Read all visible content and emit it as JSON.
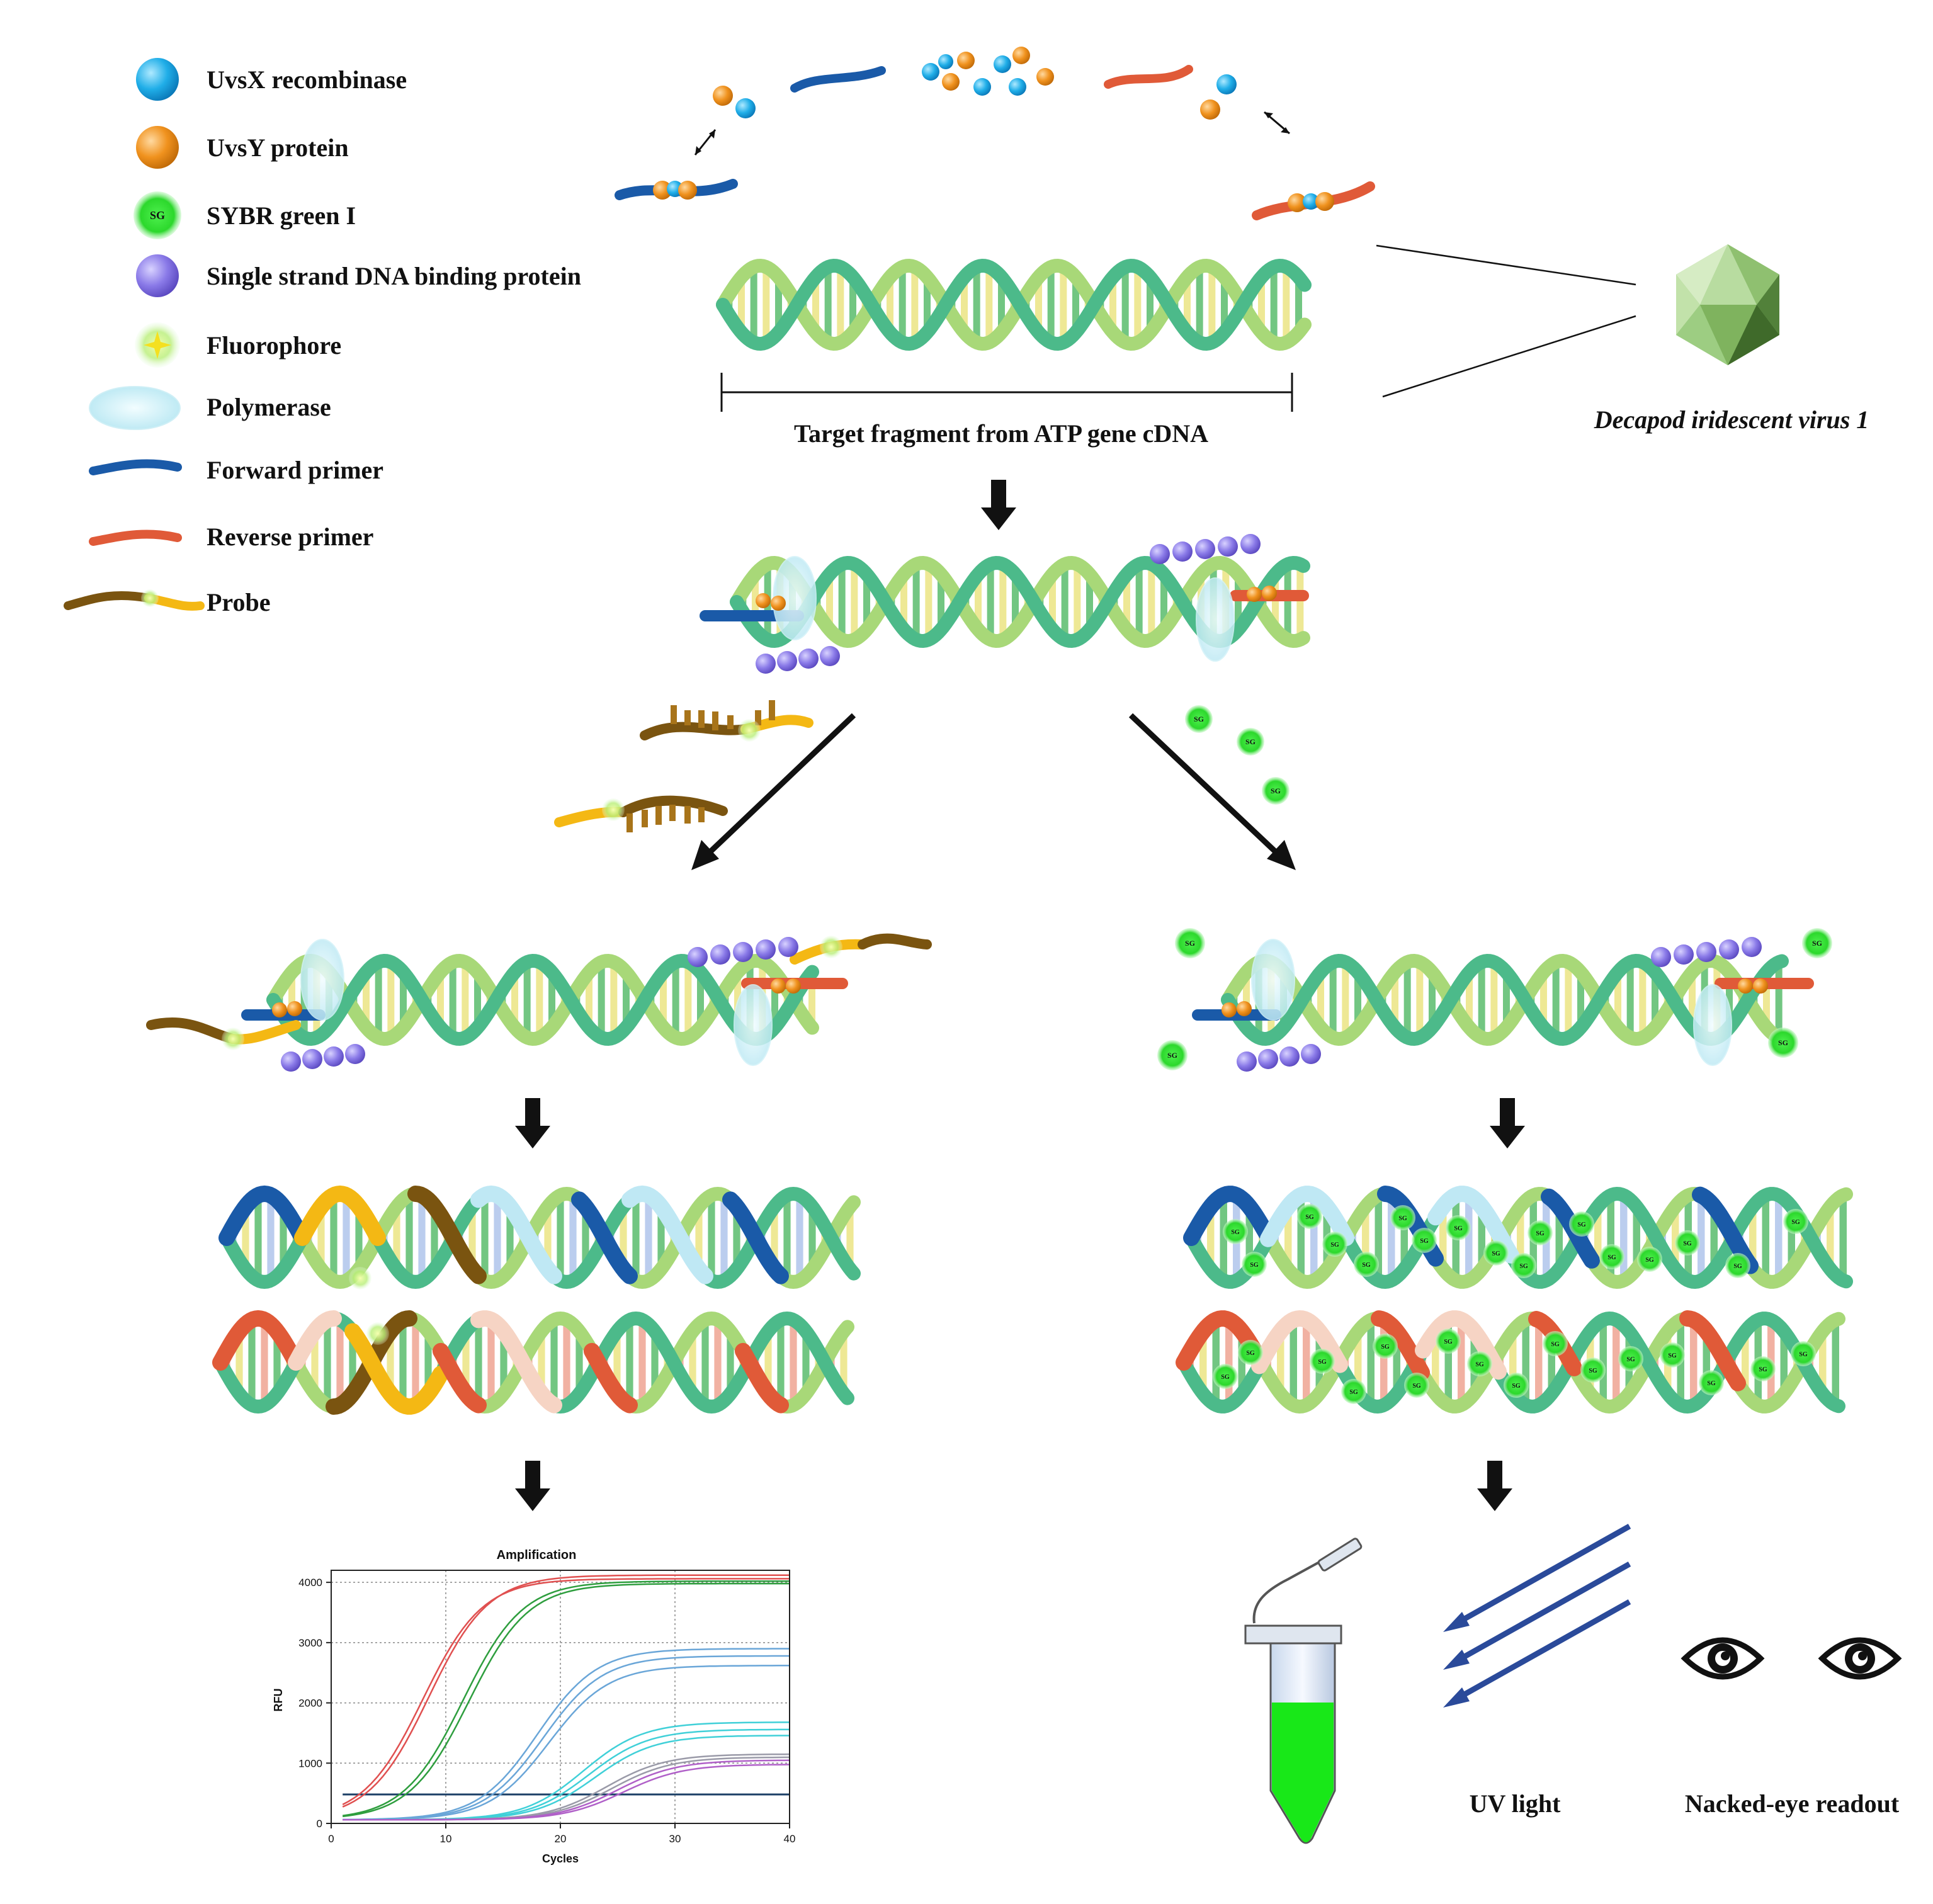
{
  "legend": {
    "items": [
      {
        "label": "UvsX recombinase",
        "icon": "blue-sphere-icon"
      },
      {
        "label": "UvsY protein",
        "icon": "orange-sphere-icon"
      },
      {
        "label": "SYBR green I",
        "icon": "sybr-green-icon",
        "badge": "SG"
      },
      {
        "label": "Single strand DNA binding protein",
        "icon": "purple-sphere-icon"
      },
      {
        "label": "Fluorophore",
        "icon": "fluorophore-star-icon"
      },
      {
        "label": "Polymerase",
        "icon": "polymerase-ellipse-icon"
      },
      {
        "label": "Forward primer",
        "icon": "forward-primer-icon"
      },
      {
        "label": "Reverse primer",
        "icon": "reverse-primer-icon"
      },
      {
        "label": "Probe",
        "icon": "probe-icon"
      }
    ]
  },
  "top": {
    "target_label": "Target fragment from ATP gene cDNA",
    "virus_label": "Decapod iridescent virus 1"
  },
  "right_readout": {
    "uv_label": "UV light",
    "eye_label": "Nacked-eye readout"
  },
  "sg_badge": "SG",
  "chart_data": {
    "type": "line",
    "title": "Amplification",
    "xlabel": "Cycles",
    "ylabel": "RFU",
    "xlim": [
      0,
      40
    ],
    "ylim": [
      0,
      4200
    ],
    "xticks": [
      0,
      10,
      20,
      30,
      40
    ],
    "yticks": [
      0,
      1000,
      2000,
      3000,
      4000
    ],
    "grid": true,
    "threshold": 480,
    "series": [
      {
        "color": "#e05050",
        "plateau": 4120,
        "midpoint": 8.5
      },
      {
        "color": "#e05050",
        "plateau": 4060,
        "midpoint": 8.0
      },
      {
        "color": "#2e9e3e",
        "plateau": 4020,
        "midpoint": 11.5
      },
      {
        "color": "#2e9e3e",
        "plateau": 3980,
        "midpoint": 12.0
      },
      {
        "color": "#6aa6d8",
        "plateau": 2900,
        "midpoint": 18.0
      },
      {
        "color": "#6aa6d8",
        "plateau": 2780,
        "midpoint": 18.5
      },
      {
        "color": "#6aa6d8",
        "plateau": 2620,
        "midpoint": 19.0
      },
      {
        "color": "#40d0d8",
        "plateau": 1680,
        "midpoint": 22.0
      },
      {
        "color": "#40d0d8",
        "plateau": 1560,
        "midpoint": 22.5
      },
      {
        "color": "#40d0d8",
        "plateau": 1460,
        "midpoint": 23.0
      },
      {
        "color": "#9a9aa8",
        "plateau": 1150,
        "midpoint": 24.0
      },
      {
        "color": "#9a9aa8",
        "plateau": 1100,
        "midpoint": 24.5
      },
      {
        "color": "#b060c8",
        "plateau": 1050,
        "midpoint": 25.0
      },
      {
        "color": "#b060c8",
        "plateau": 980,
        "midpoint": 25.5
      }
    ]
  },
  "colors": {
    "helix_a": "#4cba8a",
    "helix_b": "#a8d878",
    "rung_green": "#63c074",
    "rung_yellow": "#ece68a",
    "forward": "#1a5aa8",
    "reverse": "#e05a38",
    "probe_dark": "#7a5410",
    "probe_light": "#f4b814",
    "uvsx": "#20aee8",
    "uvsy": "#f0921e",
    "ssb": "#8a7ae8",
    "sybr": "#3adc3a",
    "arrow_blue": "#2a4a9a",
    "tube_liquid": "#18e818"
  }
}
